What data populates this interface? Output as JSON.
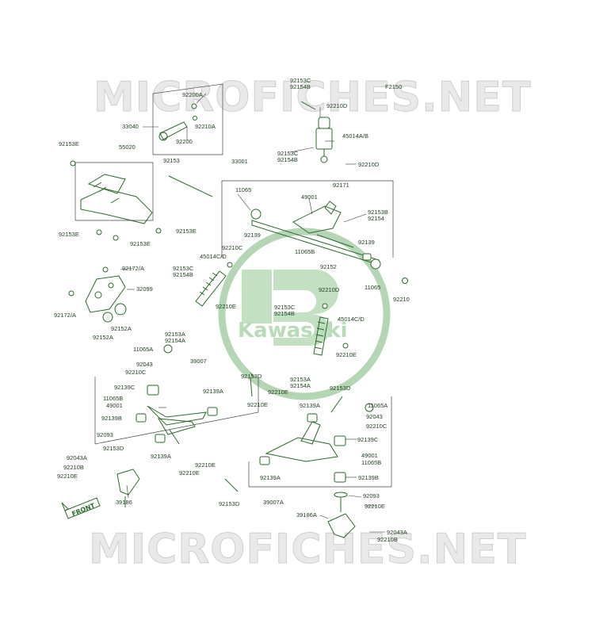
{
  "diagram_code": "F2150",
  "watermark": "MICROFICHES.NET",
  "brand": "Kawasaki",
  "front_label": "FRONT",
  "labels": {
    "l_92153c_top": "92153C",
    "l_92154b_top": "92154B",
    "l_92210d_top": "92210D",
    "l_45014ab": "45014A/B",
    "l_92153c_mid": "92153C",
    "l_92154b_mid": "92154B",
    "l_92210d_mid": "92210D",
    "l_92200a": "92200A",
    "l_33040": "33040",
    "l_92210a": "92210A",
    "l_92200": "92200",
    "l_92153e_1": "92153E",
    "l_55020": "55020",
    "l_92153_rod": "92153",
    "l_33001": "33001",
    "l_11065_a": "11065",
    "l_49001_a": "49001",
    "l_92171": "92171",
    "l_92153b": "92153B",
    "l_92154": "92154",
    "l_92139_a": "92139",
    "l_11065b_a": "11065B",
    "l_92139_b": "92139",
    "l_92152": "92152",
    "l_11065_b": "11065",
    "l_92210_b": "92210",
    "l_92153e_2": "92153E",
    "l_92153e_3": "92153E",
    "l_92153e_4": "92153E",
    "l_92210c_1": "92210C",
    "l_45014cd_1": "45014C/D",
    "l_92172a_1": "92172/A",
    "l_92153c_l": "92153C",
    "l_92154b_l": "92154B",
    "l_32099": "32099",
    "l_92210e_1": "92210E",
    "l_92172a_2": "92172/A",
    "l_92152a_1": "92152A",
    "l_92152a_2": "92152A",
    "l_92153a_l": "92153A",
    "l_92154a_l": "92154A",
    "l_92210d_r": "92210D",
    "l_92153c_r": "92153C",
    "l_92154b_r": "92154B",
    "l_45014cd_2": "45014C/D",
    "l_92210e_2": "92210E",
    "l_11065a_l": "11065A",
    "l_92043_l": "92043",
    "l_92210c_l": "92210C",
    "l_39007": "39007",
    "l_92153a_r": "92153A",
    "l_92154a_r": "92154A",
    "l_92153d_1": "92153D",
    "l_92210e_3": "92210E",
    "l_92153d_2": "92153D",
    "l_92139c_l": "92139C",
    "l_11065b_l": "11065B",
    "l_49001_l": "49001",
    "l_92139b_l": "92139B",
    "l_92139a_1": "92139A",
    "l_92210e_4": "92210E",
    "l_92139a_2": "92139A",
    "l_11065a_r": "11065A",
    "l_92043_r": "92043",
    "l_92210c_r": "92210C",
    "l_92093_l": "92093",
    "l_92153d_3": "92153D",
    "l_92043a_l": "92043A",
    "l_92210b_l": "92210B",
    "l_92210e_5": "92210E",
    "l_92139a_3": "92139A",
    "l_92210e_6": "92210E",
    "l_92210e_7": "92210E",
    "l_92139c_r": "92139C",
    "l_49001_r": "49001",
    "l_11065b_r": "11065B",
    "l_92139a_4": "92139A",
    "l_92139b_r": "92139B",
    "l_39186_l": "39186",
    "l_92153d_4": "92153D",
    "l_39007a": "39007A",
    "l_92093_r": "92093",
    "l_92210e_8": "92210E",
    "l_39186a": "39186A",
    "l_92043a_r": "92043A",
    "l_92210b_r": "92210B"
  }
}
